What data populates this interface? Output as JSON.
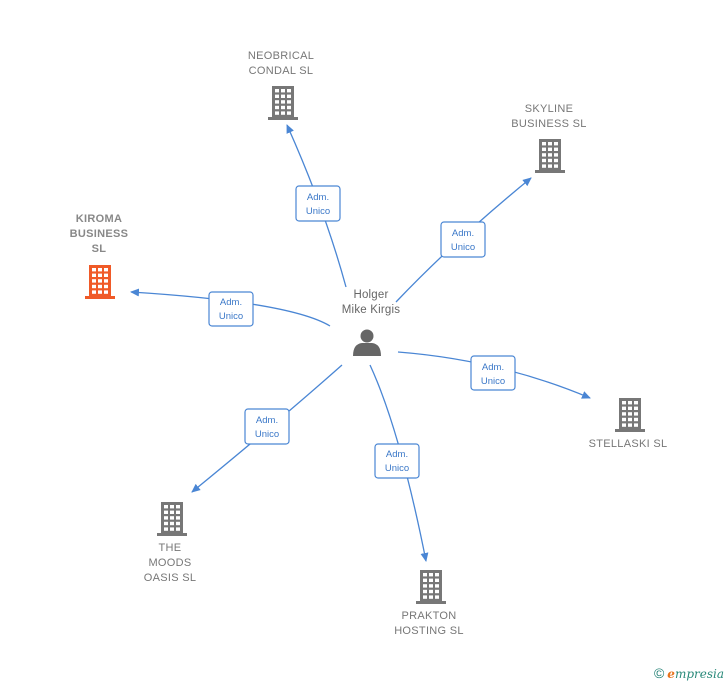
{
  "person": {
    "name": "Holger\nMike Kirgis"
  },
  "role_label": "Adm.\nUnico",
  "companies": [
    {
      "id": "neobrical",
      "name": "NEOBRICAL\nCONDAL  SL",
      "highlight": false
    },
    {
      "id": "skyline",
      "name": "SKYLINE\nBUSINESS  SL",
      "highlight": false
    },
    {
      "id": "kiroma",
      "name": "KIROMA\nBUSINESS\nSL",
      "highlight": true
    },
    {
      "id": "stellaski",
      "name": "STELLASKI SL",
      "highlight": false
    },
    {
      "id": "themoods",
      "name": "THE\nMOODS\nOASIS  SL",
      "highlight": false
    },
    {
      "id": "prakton",
      "name": "PRAKTON\nHOSTING  SL",
      "highlight": false
    }
  ],
  "colors": {
    "edge": "#4a86d4",
    "building": "#777777",
    "highlight_building": "#f05a28",
    "person_icon": "#666666"
  },
  "footer": {
    "copyright": "©",
    "brand_e": "e",
    "brand_rest": "mpresia"
  }
}
